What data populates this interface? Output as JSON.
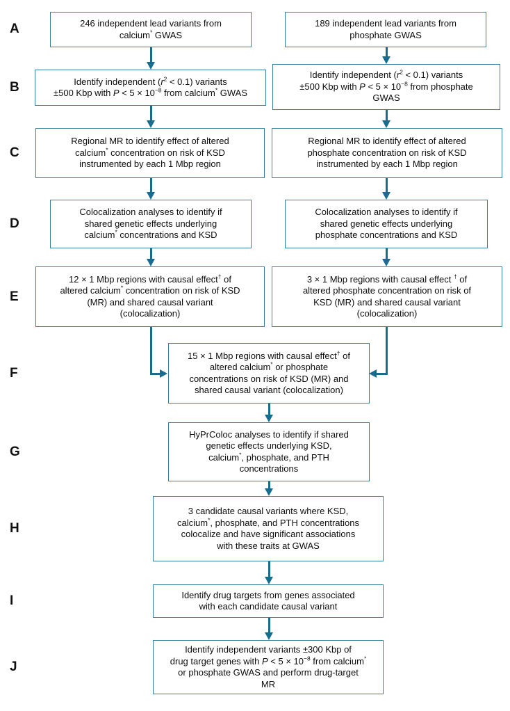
{
  "row_labels": [
    "A",
    "B",
    "C",
    "D",
    "E",
    "F",
    "G",
    "H",
    "I",
    "J"
  ],
  "boxes": {
    "a_left": {
      "text": "246 independent lead variants from{br}calcium{sup:*} GWAS"
    },
    "a_right": {
      "text": "189 independent lead variants from{br}phosphate GWAS"
    },
    "b_left": {
      "text": "Identify independent ({i:r}{sup:2} < 0.1) variants{br}±500 Kbp with {i:P} < 5 × 10{sup:−8} from calcium{sup:*} GWAS"
    },
    "b_right": {
      "text": "Identify independent ({i:r}{sup:2} < 0.1) variants{br}±500 Kbp with {i:P} < 5 × 10{sup:−8} from phosphate{br}GWAS"
    },
    "c_left": {
      "text": "Regional MR to identify effect of altered{br}calcium{sup:*} concentration on risk of KSD{br}instrumented by each 1 Mbp region"
    },
    "c_right": {
      "text": "Regional MR to identify effect of altered{br}phosphate concentration on risk of KSD{br}instrumented by each 1 Mbp region"
    },
    "d_left": {
      "text": "Colocalization analyses to identify if{br}shared genetic effects underlying{br}calcium{sup:*} concentrations and KSD"
    },
    "d_right": {
      "text": "Colocalization analyses to identify if{br}shared genetic effects underlying{br}phosphate concentrations and KSD"
    },
    "e_left": {
      "text": "12 × 1 Mbp regions with causal effect{sup:†} of{br}altered calcium{sup:*} concentration on risk of KSD{br}(MR) and shared causal variant{br}(colocalization)"
    },
    "e_right": {
      "text": "3 × 1 Mbp regions with causal effect {sup:†} of{br}altered phosphate concentration on risk of{br}KSD (MR) and shared causal variant{br}(colocalization)"
    },
    "f": {
      "text": "15 × 1 Mbp regions with causal effect{sup:†} of{br}altered calcium{sup:*} or phosphate{br}concentrations on risk of KSD (MR) and{br}shared causal variant (colocalization)"
    },
    "g": {
      "text": "HyPrColoc analyses to identify if shared{br}genetic effects underlying KSD,{br}calcium{sup:*}, phosphate, and PTH{br}concentrations"
    },
    "h": {
      "text": "3 candidate causal variants where KSD,{br}calcium{sup:*}, phosphate, and PTH concentrations{br}colocalize and have significant associations{br}with these traits at GWAS"
    },
    "i": {
      "text": "Identify drug targets from genes associated{br}with each candidate causal variant"
    },
    "j": {
      "text": "Identify independent variants ±300 Kbp of{br}drug target genes with {i:P} < 5 × 10{sup:−8} from calcium{sup:*}{br}or phosphate GWAS and perform drug-target{br}MR"
    }
  },
  "colors": {
    "box_border": "#35809f",
    "arrow": "#1a6c8e",
    "text": "#0d0d0d",
    "background": "#ffffff"
  }
}
